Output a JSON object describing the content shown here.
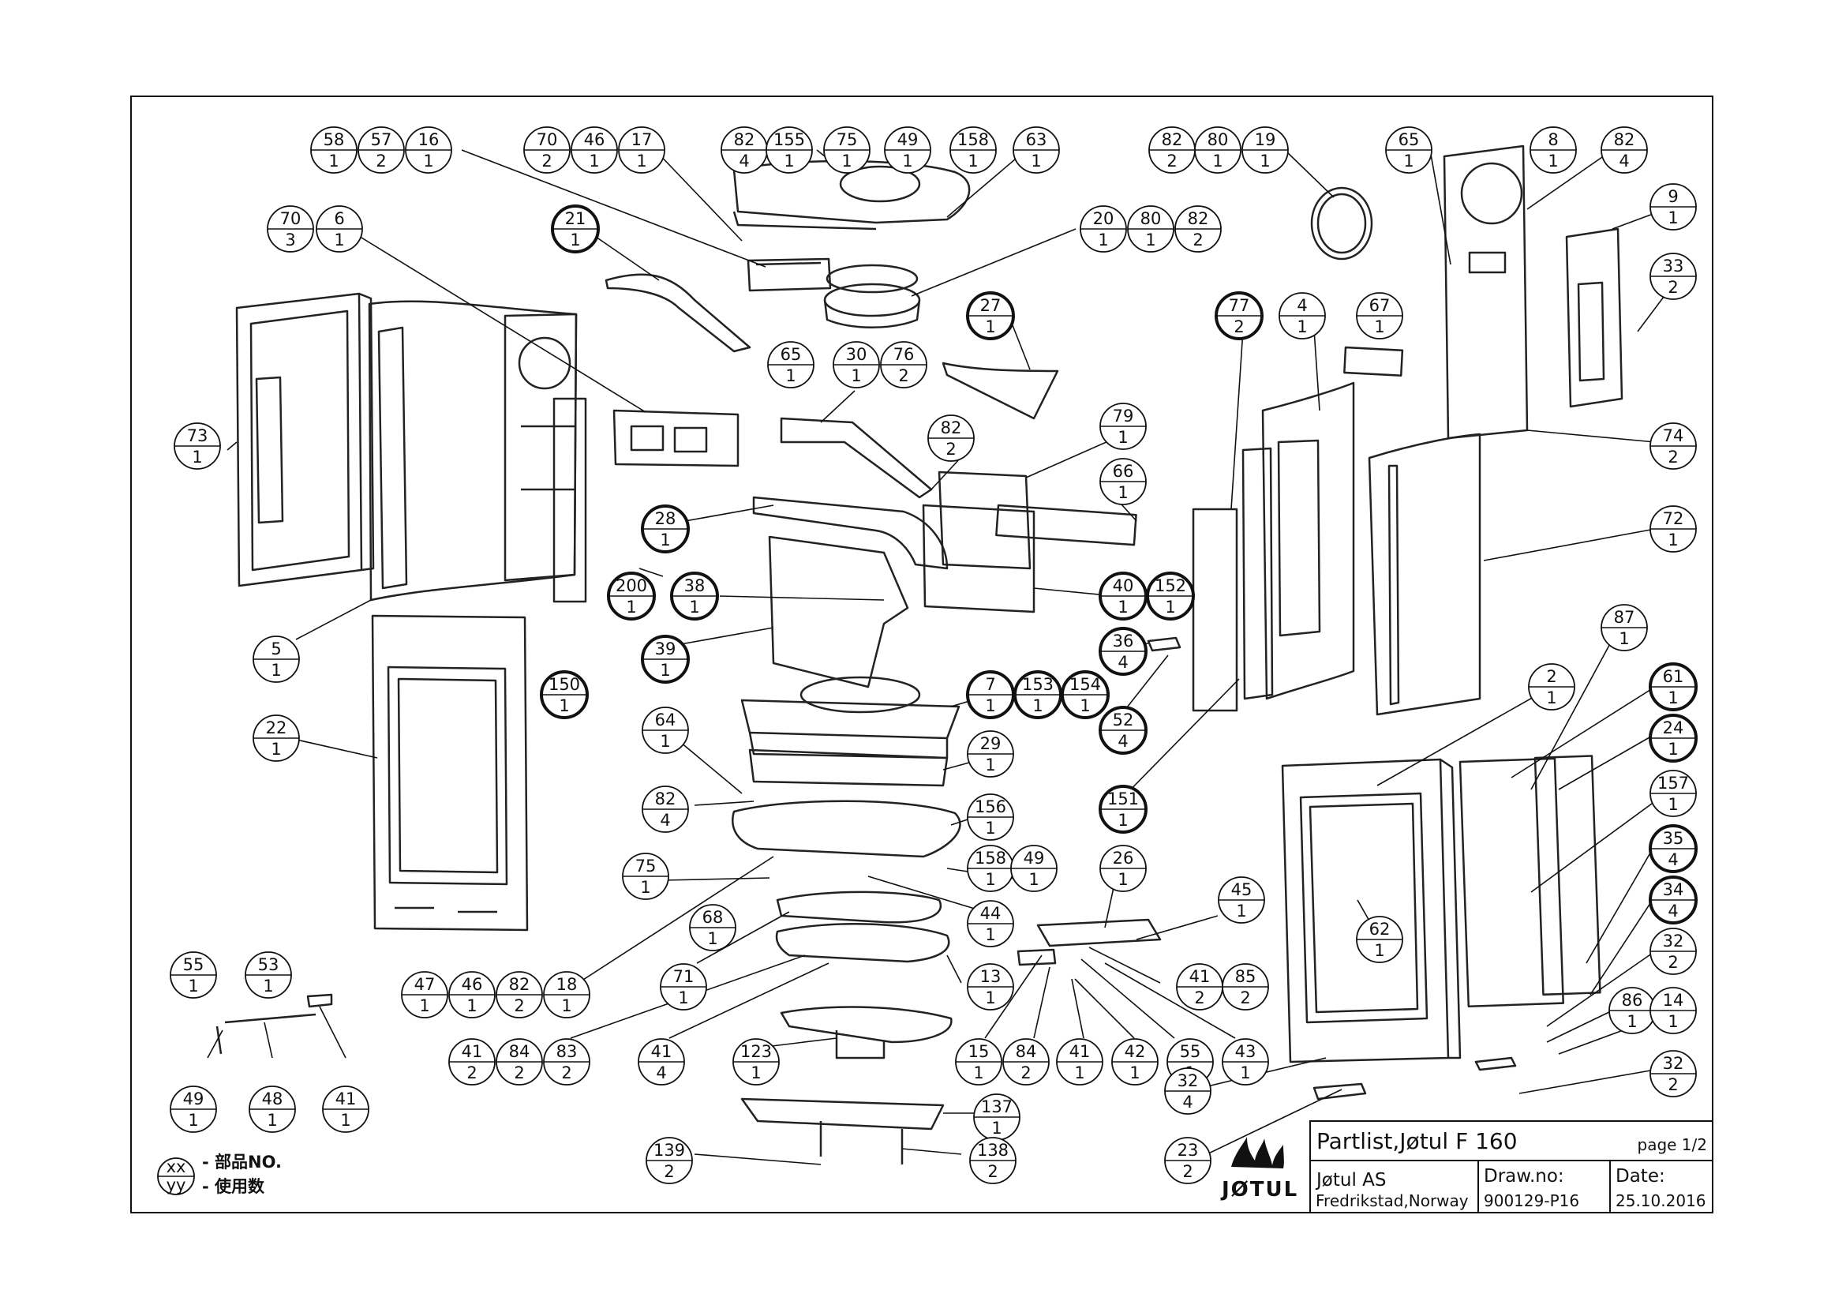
{
  "title_block": {
    "title": "Partlist,Jøtul F 160",
    "page": "page 1/2",
    "company": "Jøtul AS",
    "address": "Fredrikstad,Norway",
    "drawno_label": "Draw.no:",
    "drawno_value": "900129-P16",
    "date_label": "Date:",
    "date_value": "25.10.2016",
    "logo_text": "JØTUL"
  },
  "legend": {
    "top": "xx",
    "bottom": "yy",
    "top_label": "- 部品NO.",
    "bottom_label": "- 使用数"
  },
  "balloons": [
    {
      "n": "58",
      "q": "1",
      "b": false
    },
    {
      "n": "57",
      "q": "2",
      "b": false
    },
    {
      "n": "16",
      "q": "1",
      "b": false
    },
    {
      "n": "70",
      "q": "2",
      "b": false
    },
    {
      "n": "46",
      "q": "1",
      "b": false
    },
    {
      "n": "17",
      "q": "1",
      "b": false
    },
    {
      "n": "82",
      "q": "4",
      "b": false
    },
    {
      "n": "155",
      "q": "1",
      "b": false
    },
    {
      "n": "75",
      "q": "1",
      "b": false
    },
    {
      "n": "49",
      "q": "1",
      "b": false
    },
    {
      "n": "158",
      "q": "1",
      "b": false
    },
    {
      "n": "63",
      "q": "1",
      "b": false
    },
    {
      "n": "82",
      "q": "2",
      "b": false
    },
    {
      "n": "80",
      "q": "1",
      "b": false
    },
    {
      "n": "19",
      "q": "1",
      "b": false
    },
    {
      "n": "65",
      "q": "1",
      "b": false
    },
    {
      "n": "8",
      "q": "1",
      "b": false
    },
    {
      "n": "82",
      "q": "4",
      "b": false
    },
    {
      "n": "9",
      "q": "1",
      "b": false
    },
    {
      "n": "70",
      "q": "3",
      "b": false
    },
    {
      "n": "6",
      "q": "1",
      "b": false
    },
    {
      "n": "21",
      "q": "1",
      "b": true
    },
    {
      "n": "20",
      "q": "1",
      "b": false
    },
    {
      "n": "80",
      "q": "1",
      "b": false
    },
    {
      "n": "82",
      "q": "2",
      "b": false
    },
    {
      "n": "33",
      "q": "2",
      "b": false
    },
    {
      "n": "27",
      "q": "1",
      "b": true
    },
    {
      "n": "77",
      "q": "2",
      "b": true
    },
    {
      "n": "4",
      "q": "1",
      "b": false
    },
    {
      "n": "67",
      "q": "1",
      "b": false
    },
    {
      "n": "65",
      "q": "1",
      "b": false
    },
    {
      "n": "30",
      "q": "1",
      "b": false
    },
    {
      "n": "76",
      "q": "2",
      "b": false
    },
    {
      "n": "73",
      "q": "1",
      "b": false
    },
    {
      "n": "82",
      "q": "2",
      "b": false
    },
    {
      "n": "79",
      "q": "1",
      "b": false
    },
    {
      "n": "74",
      "q": "2",
      "b": false
    },
    {
      "n": "66",
      "q": "1",
      "b": false
    },
    {
      "n": "28",
      "q": "1",
      "b": true
    },
    {
      "n": "72",
      "q": "1",
      "b": false
    },
    {
      "n": "200",
      "q": "1",
      "b": true
    },
    {
      "n": "38",
      "q": "1",
      "b": true
    },
    {
      "n": "40",
      "q": "1",
      "b": true
    },
    {
      "n": "152",
      "q": "1",
      "b": true
    },
    {
      "n": "87",
      "q": "1",
      "b": false
    },
    {
      "n": "39",
      "q": "1",
      "b": true
    },
    {
      "n": "36",
      "q": "4",
      "b": true
    },
    {
      "n": "5",
      "q": "1",
      "b": false
    },
    {
      "n": "7",
      "q": "1",
      "b": true
    },
    {
      "n": "153",
      "q": "1",
      "b": true
    },
    {
      "n": "154",
      "q": "1",
      "b": true
    },
    {
      "n": "2",
      "q": "1",
      "b": false
    },
    {
      "n": "61",
      "q": "1",
      "b": true
    },
    {
      "n": "150",
      "q": "1",
      "b": true
    },
    {
      "n": "52",
      "q": "4",
      "b": true
    },
    {
      "n": "22",
      "q": "1",
      "b": false
    },
    {
      "n": "64",
      "q": "1",
      "b": false
    },
    {
      "n": "29",
      "q": "1",
      "b": false
    },
    {
      "n": "24",
      "q": "1",
      "b": true
    },
    {
      "n": "157",
      "q": "1",
      "b": false
    },
    {
      "n": "82",
      "q": "4",
      "b": false
    },
    {
      "n": "156",
      "q": "1",
      "b": false
    },
    {
      "n": "151",
      "q": "1",
      "b": true
    },
    {
      "n": "35",
      "q": "4",
      "b": true
    },
    {
      "n": "75",
      "q": "1",
      "b": false
    },
    {
      "n": "158",
      "q": "1",
      "b": false
    },
    {
      "n": "49",
      "q": "1",
      "b": false
    },
    {
      "n": "26",
      "q": "1",
      "b": false
    },
    {
      "n": "34",
      "q": "4",
      "b": true
    },
    {
      "n": "45",
      "q": "1",
      "b": false
    },
    {
      "n": "68",
      "q": "1",
      "b": false
    },
    {
      "n": "44",
      "q": "1",
      "b": false
    },
    {
      "n": "62",
      "q": "1",
      "b": false
    },
    {
      "n": "32",
      "q": "2",
      "b": false
    },
    {
      "n": "55",
      "q": "1",
      "b": false
    },
    {
      "n": "53",
      "q": "1",
      "b": false
    },
    {
      "n": "47",
      "q": "1",
      "b": false
    },
    {
      "n": "46",
      "q": "1",
      "b": false
    },
    {
      "n": "82",
      "q": "2",
      "b": false
    },
    {
      "n": "18",
      "q": "1",
      "b": false
    },
    {
      "n": "71",
      "q": "1",
      "b": false
    },
    {
      "n": "13",
      "q": "1",
      "b": false
    },
    {
      "n": "41",
      "q": "2",
      "b": false
    },
    {
      "n": "85",
      "q": "2",
      "b": false
    },
    {
      "n": "86",
      "q": "1",
      "b": false
    },
    {
      "n": "14",
      "q": "1",
      "b": false
    },
    {
      "n": "41",
      "q": "2",
      "b": false
    },
    {
      "n": "84",
      "q": "2",
      "b": false
    },
    {
      "n": "83",
      "q": "2",
      "b": false
    },
    {
      "n": "41",
      "q": "4",
      "b": false
    },
    {
      "n": "15",
      "q": "1",
      "b": false
    },
    {
      "n": "84",
      "q": "2",
      "b": false
    },
    {
      "n": "41",
      "q": "1",
      "b": false
    },
    {
      "n": "42",
      "q": "1",
      "b": false
    },
    {
      "n": "55",
      "q": "1",
      "b": false
    },
    {
      "n": "43",
      "q": "1",
      "b": false
    },
    {
      "n": "49",
      "q": "1",
      "b": false
    },
    {
      "n": "48",
      "q": "1",
      "b": false
    },
    {
      "n": "41",
      "q": "1",
      "b": false
    },
    {
      "n": "123",
      "q": "1",
      "b": false
    },
    {
      "n": "32",
      "q": "2",
      "b": false
    },
    {
      "n": "32",
      "q": "4",
      "b": false
    },
    {
      "n": "137",
      "q": "1",
      "b": false
    },
    {
      "n": "139",
      "q": "2",
      "b": false
    },
    {
      "n": "138",
      "q": "2",
      "b": false
    },
    {
      "n": "23",
      "q": "2",
      "b": false
    }
  ]
}
